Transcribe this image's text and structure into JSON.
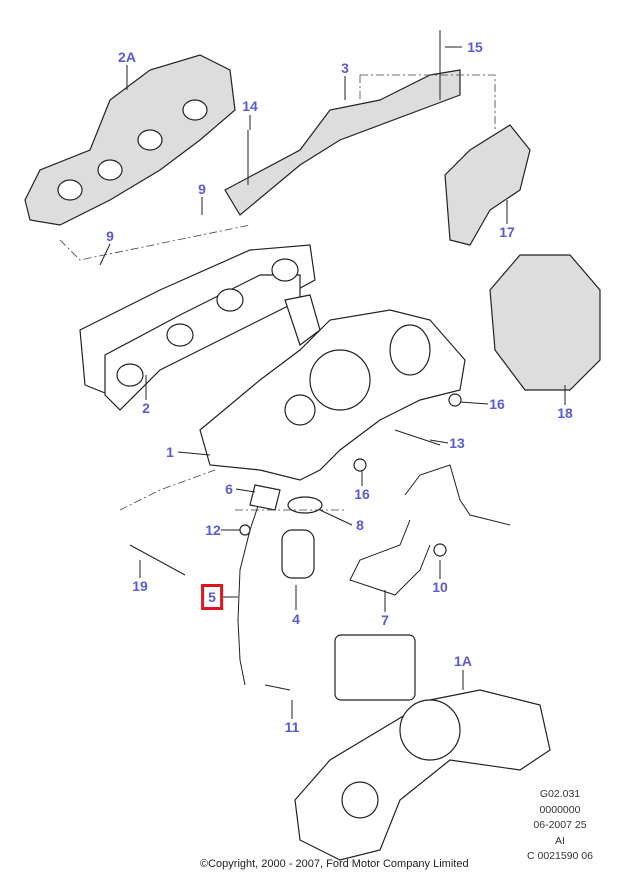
{
  "callouts": [
    {
      "id": "2A",
      "label": "2A"
    },
    {
      "id": "3",
      "label": "3"
    },
    {
      "id": "15",
      "label": "15"
    },
    {
      "id": "14",
      "label": "14"
    },
    {
      "id": "9a",
      "label": "9"
    },
    {
      "id": "9b",
      "label": "9"
    },
    {
      "id": "17",
      "label": "17"
    },
    {
      "id": "18",
      "label": "18"
    },
    {
      "id": "2",
      "label": "2"
    },
    {
      "id": "16a",
      "label": "16"
    },
    {
      "id": "1",
      "label": "1"
    },
    {
      "id": "13",
      "label": "13"
    },
    {
      "id": "6",
      "label": "6"
    },
    {
      "id": "16b",
      "label": "16"
    },
    {
      "id": "8",
      "label": "8"
    },
    {
      "id": "12",
      "label": "12"
    },
    {
      "id": "19",
      "label": "19"
    },
    {
      "id": "5",
      "label": "5",
      "selected": true
    },
    {
      "id": "4",
      "label": "4"
    },
    {
      "id": "10",
      "label": "10"
    },
    {
      "id": "7",
      "label": "7"
    },
    {
      "id": "1A",
      "label": "1A"
    },
    {
      "id": "11",
      "label": "11"
    }
  ],
  "reference": {
    "line1": "G02.031",
    "line2": "0000000",
    "line3": "06-2007 25",
    "line4": "AI",
    "line5": "C 0021590 06"
  },
  "copyright": "©Copyright, 2000 - 2007, Ford Motor Company Limited",
  "colors": {
    "callout": "#5b5bd6",
    "selected": "#e0141e"
  }
}
